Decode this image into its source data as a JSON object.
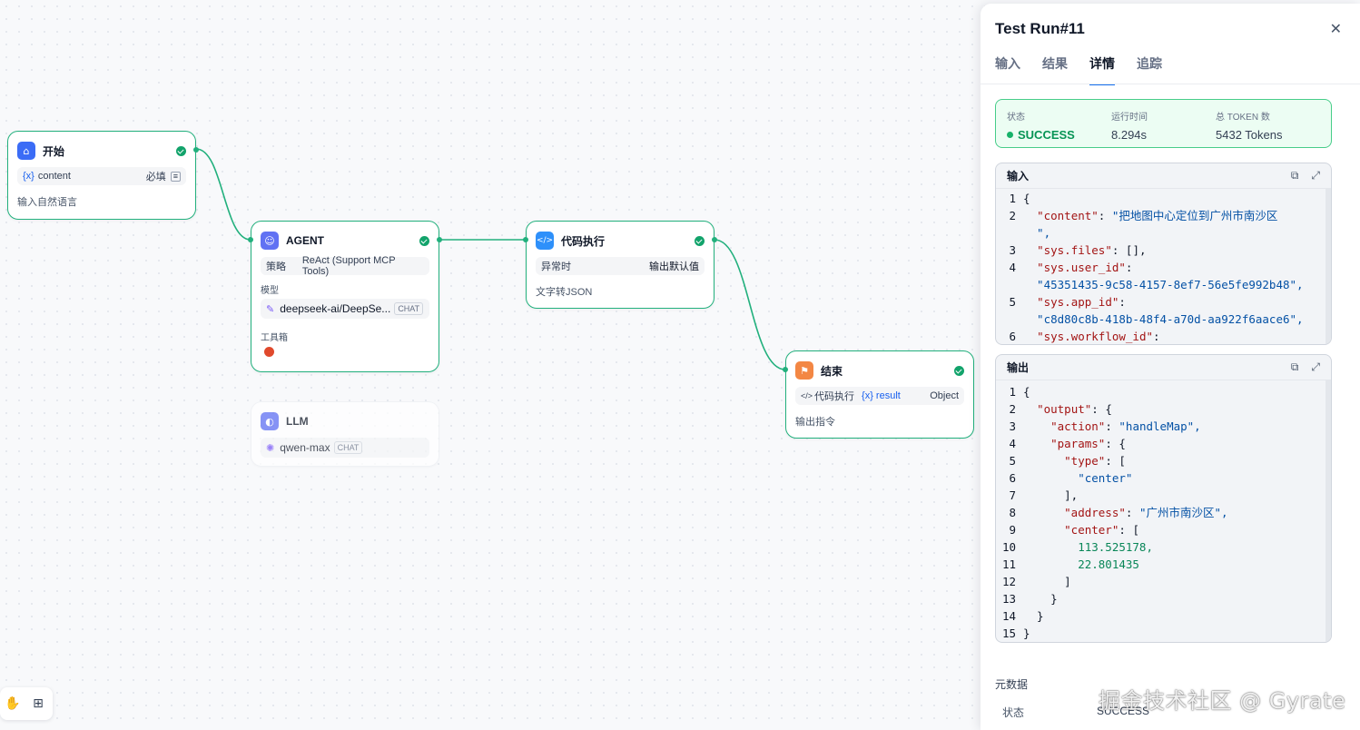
{
  "nodes": {
    "start": {
      "title": "开始",
      "var_icon": "{x}",
      "var_name": "content",
      "required": "必填",
      "desc": "输入自然语言"
    },
    "agent": {
      "title": "AGENT",
      "strategy_label": "策略",
      "strategy_value": "ReAct (Support MCP Tools)",
      "model_label": "模型",
      "model_value": "deepseek-ai/DeepSe...",
      "model_tag": "CHAT",
      "toolbox_label": "工具箱"
    },
    "code": {
      "title": "代码执行",
      "exception_label": "异常时",
      "exception_value": "输出默认值",
      "desc": "文字转JSON"
    },
    "end": {
      "title": "结束",
      "ref_source": "代码执行",
      "ref_var": "{x} result",
      "ref_type": "Object",
      "desc": "输出指令"
    },
    "llm": {
      "title": "LLM",
      "model_value": "qwen-max",
      "model_tag": "CHAT"
    }
  },
  "panel": {
    "title": "Test Run#11",
    "tabs": [
      "输入",
      "结果",
      "详情",
      "追踪"
    ],
    "active_tab": "详情",
    "status": {
      "status_label": "状态",
      "status_value": "SUCCESS",
      "time_label": "运行时间",
      "time_value": "8.294s",
      "token_label": "总 TOKEN 数",
      "token_value": "5432 Tokens"
    },
    "input_box": {
      "title": "输入",
      "lines": [
        {
          "n": "1",
          "t": "{"
        },
        {
          "n": "2",
          "t": "  \"content\": \"把地图中心定位到广州市南沙区"
        },
        {
          "n": "",
          "t": "  \","
        },
        {
          "n": "3",
          "t": "  \"sys.files\": [],"
        },
        {
          "n": "4",
          "t": "  \"sys.user_id\":"
        },
        {
          "n": "",
          "t": "  \"45351435-9c58-4157-8ef7-56e5fe992b48\","
        },
        {
          "n": "5",
          "t": "  \"sys.app_id\":"
        },
        {
          "n": "",
          "t": "  \"c8d80c8b-418b-48f4-a70d-aa922f6aace6\","
        },
        {
          "n": "6",
          "t": "  \"sys.workflow_id\":"
        }
      ]
    },
    "output_box": {
      "title": "输出",
      "lines": [
        {
          "n": "1",
          "t": "{"
        },
        {
          "n": "2",
          "t": "  \"output\": {"
        },
        {
          "n": "3",
          "t": "    \"action\": \"handleMap\","
        },
        {
          "n": "4",
          "t": "    \"params\": {"
        },
        {
          "n": "5",
          "t": "      \"type\": ["
        },
        {
          "n": "6",
          "t": "        \"center\""
        },
        {
          "n": "7",
          "t": "      ],"
        },
        {
          "n": "8",
          "t": "      \"address\": \"广州市南沙区\","
        },
        {
          "n": "9",
          "t": "      \"center\": ["
        },
        {
          "n": "10",
          "t": "        113.525178,"
        },
        {
          "n": "11",
          "t": "        22.801435"
        },
        {
          "n": "12",
          "t": "      ]"
        },
        {
          "n": "13",
          "t": "    }"
        },
        {
          "n": "14",
          "t": "  }"
        },
        {
          "n": "15",
          "t": "}"
        }
      ]
    },
    "metadata_title": "元数据",
    "metadata_status_label": "状态",
    "metadata_status_value": "SUCCESS"
  },
  "watermark": "掘金技术社区 @ Gyrate",
  "colors": {
    "accent": "#1570ef",
    "success": "#17b26a",
    "edge": "#22b07d"
  }
}
